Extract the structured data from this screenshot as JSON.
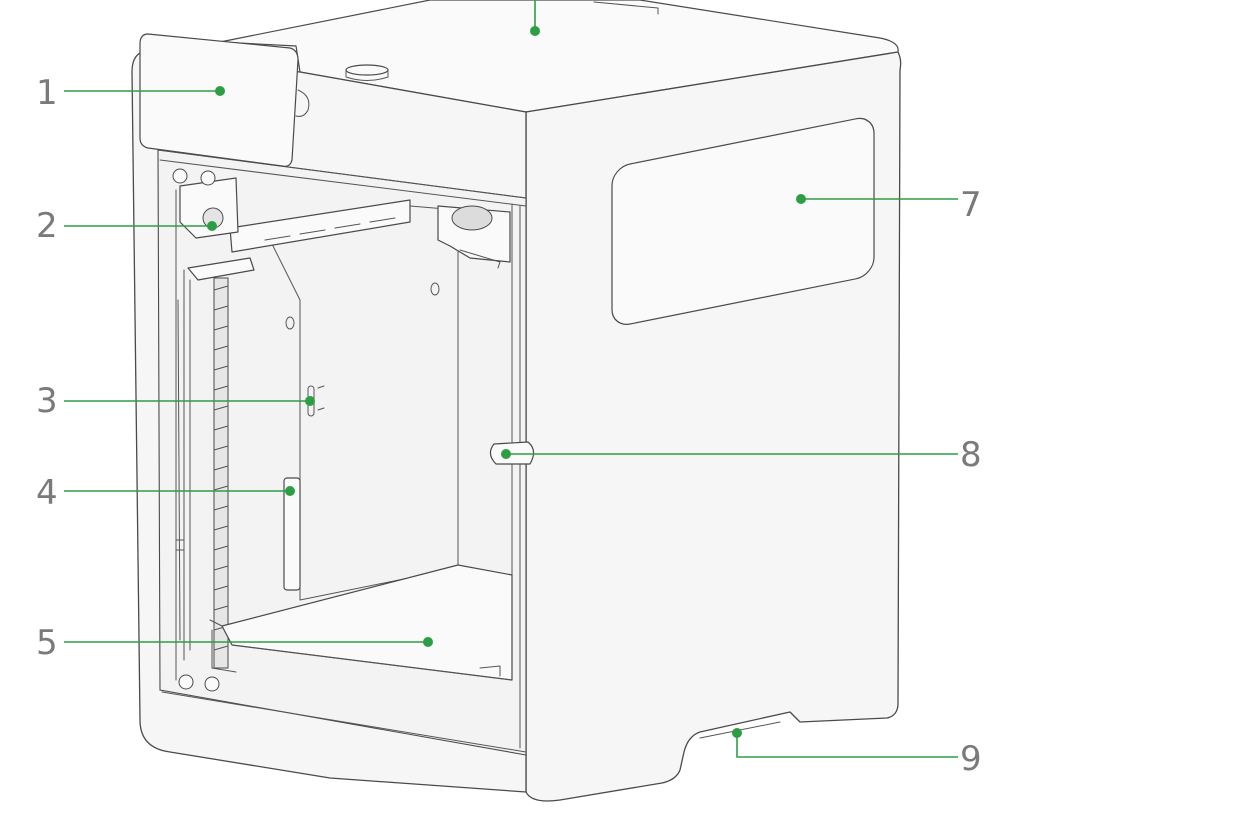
{
  "diagram": {
    "colors": {
      "leader": "#2e9e45",
      "dot": "#2e9e45",
      "outline": "#4a4a4a",
      "panel": "#f6f6f6"
    },
    "callouts": [
      {
        "id": "1",
        "label": "1"
      },
      {
        "id": "2",
        "label": "2"
      },
      {
        "id": "3",
        "label": "3"
      },
      {
        "id": "4",
        "label": "4"
      },
      {
        "id": "5",
        "label": "5"
      },
      {
        "id": "7",
        "label": "7"
      },
      {
        "id": "8",
        "label": "8"
      },
      {
        "id": "9",
        "label": "9"
      }
    ]
  }
}
